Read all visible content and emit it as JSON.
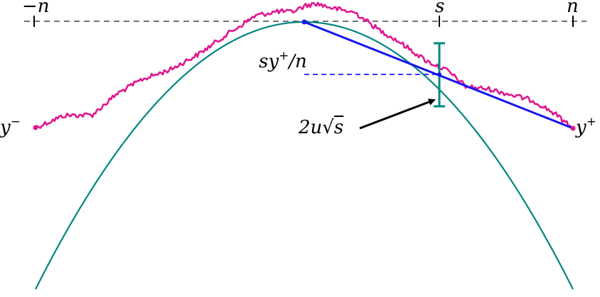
{
  "axis_labels": {
    "left": "−n",
    "middle": "s",
    "right": "n"
  },
  "point_labels": {
    "left": {
      "base": "y",
      "sup": "−"
    },
    "right": {
      "base": "y",
      "sup": "+"
    }
  },
  "interpolation_label": {
    "prefix": "sy",
    "sup": "+",
    "suffix": "/n"
  },
  "error_bar_label": {
    "coefficient": "2u",
    "radical": "√",
    "radicand": "s"
  },
  "colors": {
    "random_walk": "#e0178f",
    "parabola": "#00857f",
    "chord": "#1a1aff",
    "horizontal_guide": "#1a1aff",
    "error_bar": "#008a80",
    "axis": "#444444",
    "arrow": "#000000"
  }
}
